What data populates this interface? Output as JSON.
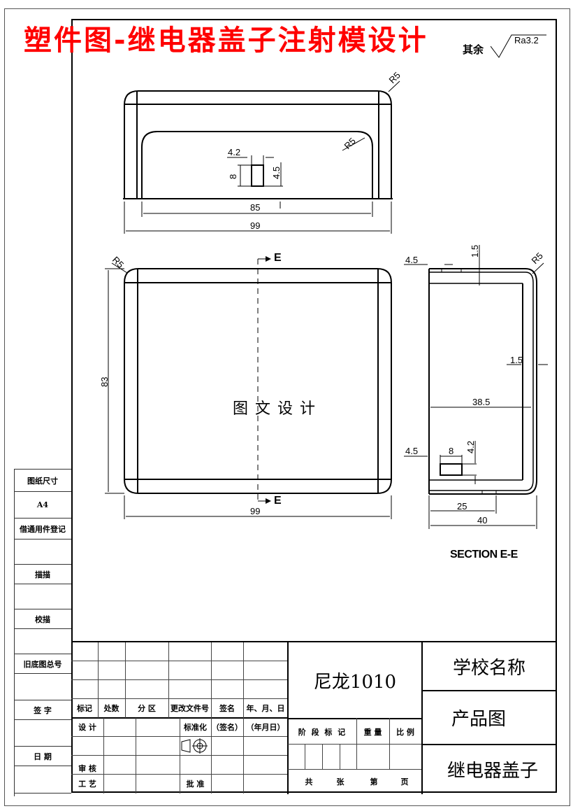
{
  "banner": {
    "title": "塑件图-继电器盖子注射模设计",
    "color": "#ff0000"
  },
  "roughness": {
    "rest_label": "其余",
    "symbol": "check-triangle",
    "value": "Ra3.2"
  },
  "views": {
    "front": {
      "dims": {
        "radius_outer": "R5",
        "radius_inner": "R5",
        "slot_width": "4.2",
        "slot_height": "8",
        "slot_offset": "4.5",
        "inner_width": "85",
        "overall_width": "99"
      }
    },
    "top": {
      "dims": {
        "radius": "R5",
        "height": "83",
        "width": "99"
      },
      "section_marker": "E",
      "center_watermark": "图文设计"
    },
    "section": {
      "title": "SECTION E-E",
      "dims": {
        "top_offset": "4.5",
        "wall_top": "1.5",
        "radius": "R5",
        "wall_side": "1.5",
        "inner_depth": "38.5",
        "bottom_offset": "4.5",
        "slot_width": "8",
        "slot_offset": "4.2",
        "step_length": "25",
        "overall_depth": "40"
      }
    }
  },
  "side_strip": [
    {
      "label": "图纸尺寸"
    },
    {
      "label": "A4"
    },
    {
      "label": "借通用件登记"
    },
    {
      "label": ""
    },
    {
      "label": "描描"
    },
    {
      "label": ""
    },
    {
      "label": "校描"
    },
    {
      "label": ""
    },
    {
      "label": "旧底图总号"
    },
    {
      "label": ""
    },
    {
      "label": "签 字"
    },
    {
      "label": ""
    },
    {
      "label": "日 期"
    },
    {
      "label": ""
    }
  ],
  "title_block": {
    "revision_headers": [
      "标记",
      "处数",
      "分 区",
      "更改文件号",
      "签名",
      "年、月、日"
    ],
    "design_label": "设 计",
    "standardization_label": "标准化",
    "sign_label": "（签名）",
    "date_label": "（年月日）",
    "review_label": "审 核",
    "process_label": "工 艺",
    "approve_label": "批 准",
    "material": "尼龙1010",
    "stage_headers": [
      "阶 段 标 记",
      "重 量",
      "比 例"
    ],
    "sheet_labels": [
      "共",
      "张",
      "第",
      "页"
    ],
    "school": "学校名称",
    "drawing_type": "产品图",
    "part_name": "继电器盖子"
  }
}
